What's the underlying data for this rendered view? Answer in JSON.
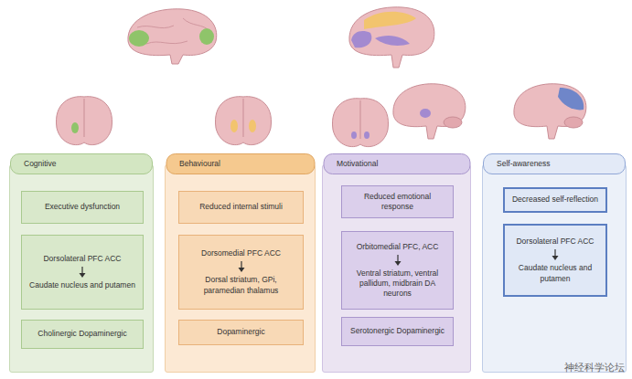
{
  "diagram": {
    "nodes": [
      {
        "text": [
          "Cognitive"
        ]
      },
      {
        "text": [
          "Executive dysfunction"
        ],
        "in": 0
      },
      {
        "text": [
          "Dorsolateral PFC ACC",
          "Caudate nucleus and putamen"
        ],
        "in": 0
      },
      {
        "text": [
          "Cholinergic Dopaminergic"
        ],
        "in": 0
      },
      {
        "text": [
          "Behavioural"
        ]
      },
      {
        "text": [
          "Reduced internal stimuli"
        ],
        "in": 4
      },
      {
        "text": [
          "Dorsomedial PFC ACC",
          "Dorsal striatum, GPi, paramedian thalamus"
        ],
        "in": 4
      },
      {
        "text": [
          "Dopaminergic"
        ],
        "in": 4
      },
      {
        "text": [
          "Motivational"
        ]
      },
      {
        "text": [
          "Reduced emotional response"
        ],
        "in": 8
      },
      {
        "text": [
          "Orbitomedial PFC, ACC",
          "Ventral striatum, ventral pallidum, midbrain DA neurons"
        ],
        "in": 8
      },
      {
        "text": [
          "Serotonergic Dopaminergic"
        ],
        "in": 8
      },
      {
        "text": [
          "Self-awareness"
        ]
      },
      {
        "text": [
          "Decreased self-reflection"
        ],
        "in": 12
      },
      {
        "text": [
          "Dorsolateral PFC ACC",
          "Caudate nucleus and putamen"
        ],
        "in": 12
      }
    ],
    "labels": [
      "神经科学论坛"
    ]
  }
}
